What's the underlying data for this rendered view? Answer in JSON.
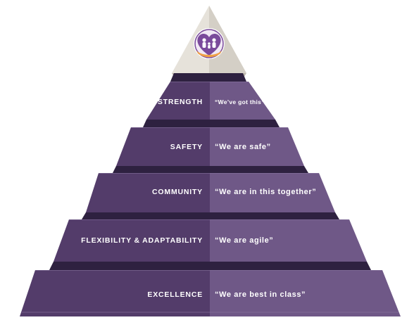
{
  "pyramid": {
    "apex_icon": "family-heart-hand-icon",
    "tiers": [
      {
        "name": "STRENGTH",
        "motto": "“We’ve got this”"
      },
      {
        "name": "SAFETY",
        "motto": "“We are safe”"
      },
      {
        "name": "COMMUNITY",
        "motto": "“We are in this together”"
      },
      {
        "name": "FLEXIBILITY & ADAPTABILITY",
        "motto": "“We are agile”"
      },
      {
        "name": "EXCELLENCE",
        "motto": "“We are best in class”"
      }
    ],
    "colors": {
      "left_face": "#533c6a",
      "right_face": "#6f5887",
      "shadow": "#2e2140",
      "apex": "#e6e2da",
      "apex_shade": "#c9c4bb",
      "icon_purple": "#7a4a9b",
      "icon_orange": "#f0a045"
    }
  }
}
